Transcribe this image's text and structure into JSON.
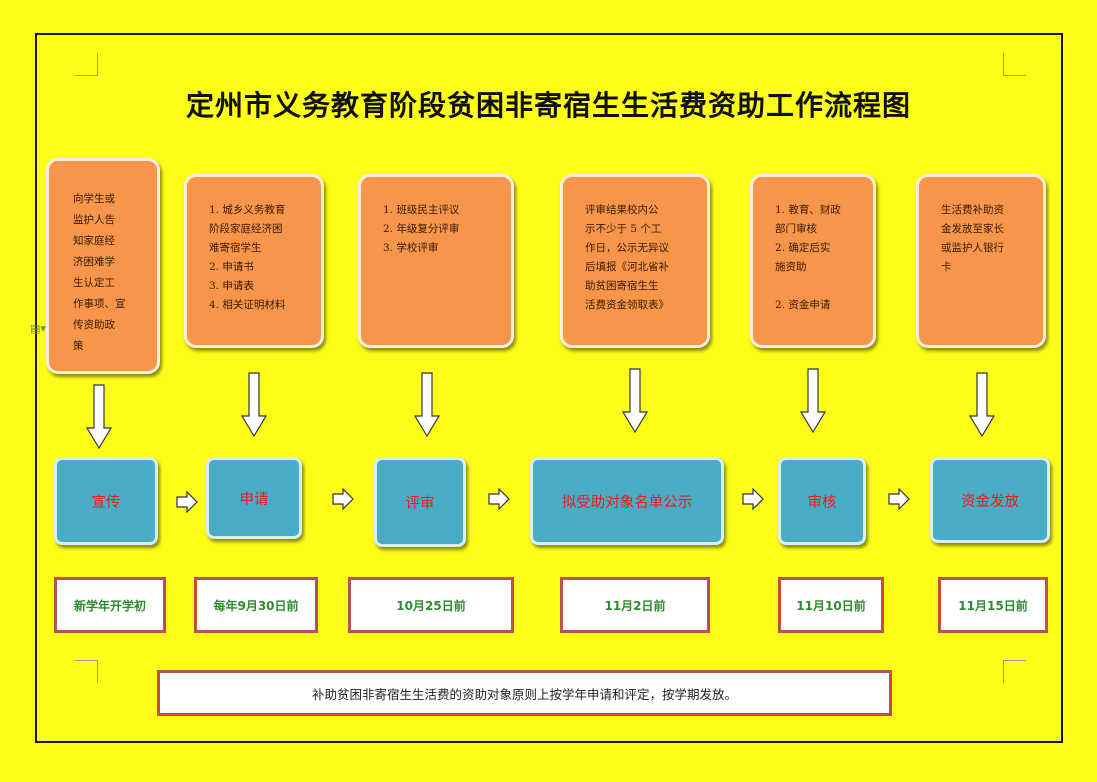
{
  "title": "定州市义务教育阶段贫困非寄宿生生活费资助工作流程图",
  "steps": [
    {
      "lines": [
        "向学生或",
        "监护人告",
        "知家庭经",
        "济困难学",
        "生认定工",
        "作事项、宣",
        "传资助政",
        "策"
      ]
    },
    {
      "lines": [
        "1. 城乡义务教育",
        "阶段家庭经济困",
        "难寄宿学生",
        "2. 申请书",
        "3. 申请表",
        "4. 相关证明材料"
      ]
    },
    {
      "lines": [
        "1. 班级民主评议",
        "2. 年级复分评审",
        "3. 学校评审"
      ]
    },
    {
      "lines": [
        "评审结果校内公",
        "示不少于 5 个工",
        "作日，公示无异议",
        "后填报《河北省补",
        "助贫困寄宿生生",
        "活费资金领取表》"
      ]
    },
    {
      "lines": [
        "1. 教育、财政",
        "部门审核",
        "2. 确定后实",
        "施资助",
        "",
        "2. 资金申请"
      ]
    },
    {
      "lines": [
        "生活费补助资",
        "金发放至家长",
        "或监护人银行",
        "卡"
      ]
    }
  ],
  "stages": [
    "宣传",
    "申请",
    "评审",
    "拟受助对象名单公示",
    "审核",
    "资金发放"
  ],
  "times": [
    "新学年开学初",
    "每年9月30日前",
    "10月25日前",
    "11月2日前",
    "11月10日前",
    "11月15日前"
  ],
  "note": "补助贫困非寄宿生生活费的资助对象原则上按学年申请和评定，按学期发放。"
}
